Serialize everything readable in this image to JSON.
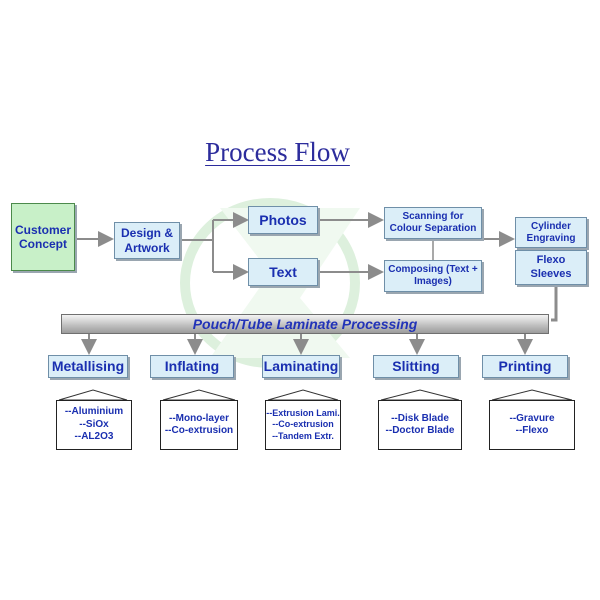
{
  "title": "Process Flow",
  "nodes": {
    "customer_concept": "Customer Concept",
    "design_artwork": "Design & Artwork",
    "photos": "Photos",
    "text": "Text",
    "scanning": "Scanning for Colour Separation",
    "composing": "Composing (Text + Images)",
    "cylinder": "Cylinder Engraving",
    "flexo": "Flexo Sleeves"
  },
  "banner": "Pouch/Tube Laminate Processing",
  "processes": [
    {
      "label": "Metallising",
      "details": [
        "--Aluminium",
        "--SiOx",
        "--AL2O3"
      ]
    },
    {
      "label": "Inflating",
      "details": [
        "--Mono-layer",
        "--Co-extrusion"
      ]
    },
    {
      "label": "Laminating",
      "details": [
        "--Extrusion Lami.",
        "--Co-extrusion",
        "--Tandem Extr."
      ]
    },
    {
      "label": "Slitting",
      "details": [
        "--Disk Blade",
        "--Doctor Blade"
      ]
    },
    {
      "label": "Printing",
      "details": [
        "--Gravure",
        "--Flexo"
      ]
    }
  ],
  "colors": {
    "box_fill": "#dbeef8",
    "concept_fill": "#c8f0c8",
    "text": "#1a2fb0",
    "connector": "#8c8c8c"
  }
}
